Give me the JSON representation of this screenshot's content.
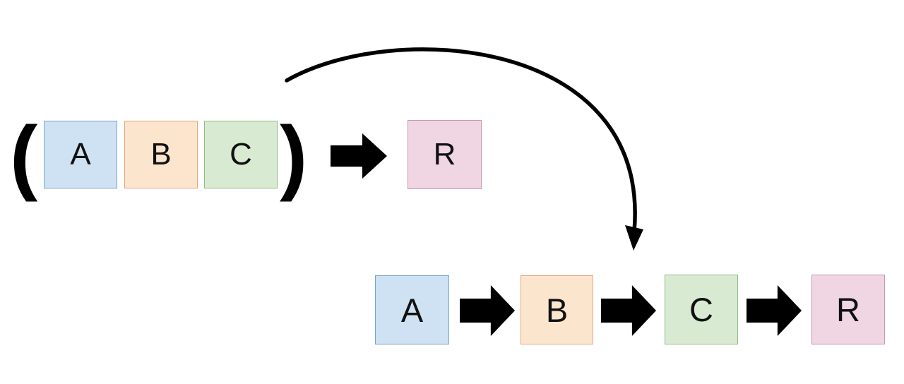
{
  "colors": {
    "background": "#ffffff",
    "arrow": "#000000",
    "label_text": "#111111",
    "box_a_fill": "#cfe2f3",
    "box_a_border": "#76a3d3",
    "box_b_fill": "#fce5cd",
    "box_b_border": "#e5a47e",
    "box_c_fill": "#d9ead3",
    "box_c_border": "#8fbc82",
    "box_r_fill": "#f0d5e2",
    "box_r_border": "#c797b2"
  },
  "top_group": {
    "open_paren": "(",
    "close_paren": ")",
    "boxes": [
      {
        "label": "A"
      },
      {
        "label": "B"
      },
      {
        "label": "C"
      }
    ],
    "result_box": {
      "label": "R"
    }
  },
  "bottom_row": {
    "boxes": [
      {
        "label": "A"
      },
      {
        "label": "B"
      },
      {
        "label": "C"
      },
      {
        "label": "R"
      }
    ]
  }
}
